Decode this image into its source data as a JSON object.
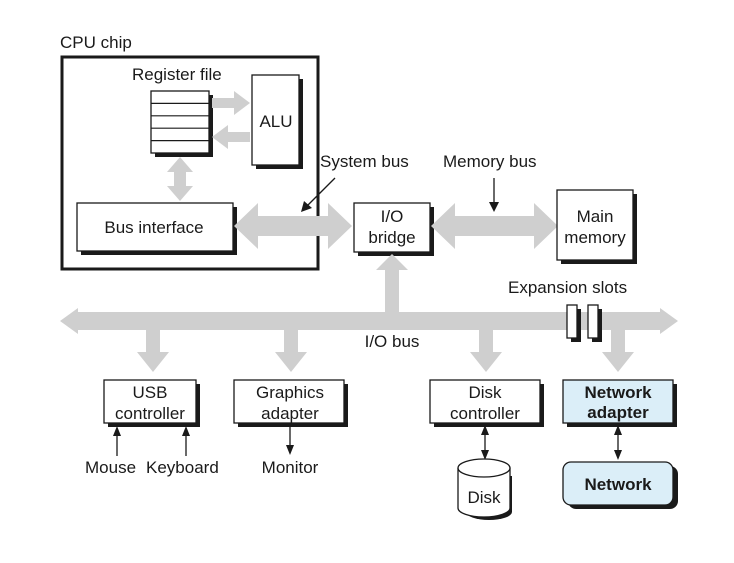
{
  "colors": {
    "bus": "#cfcfcf",
    "stroke": "#1a1a1a",
    "shadow": "#1a1a1a",
    "highlight_fill": "#dbeef8"
  },
  "labels": {
    "cpu_chip": "CPU chip",
    "register_file": "Register file",
    "alu": "ALU",
    "bus_interface": "Bus interface",
    "system_bus": "System bus",
    "memory_bus": "Memory bus",
    "io_bridge_line1": "I/O",
    "io_bridge_line2": "bridge",
    "main_memory_line1": "Main",
    "main_memory_line2": "memory",
    "expansion_slots": "Expansion slots",
    "io_bus": "I/O bus",
    "usb_line1": "USB",
    "usb_line2": "controller",
    "graphics_line1": "Graphics",
    "graphics_line2": "adapter",
    "disk_ctrl_line1": "Disk",
    "disk_ctrl_line2": "controller",
    "network_adapter_line1": "Network",
    "network_adapter_line2": "adapter",
    "mouse": "Mouse",
    "keyboard": "Keyboard",
    "monitor": "Monitor",
    "disk": "Disk",
    "network": "Network"
  }
}
